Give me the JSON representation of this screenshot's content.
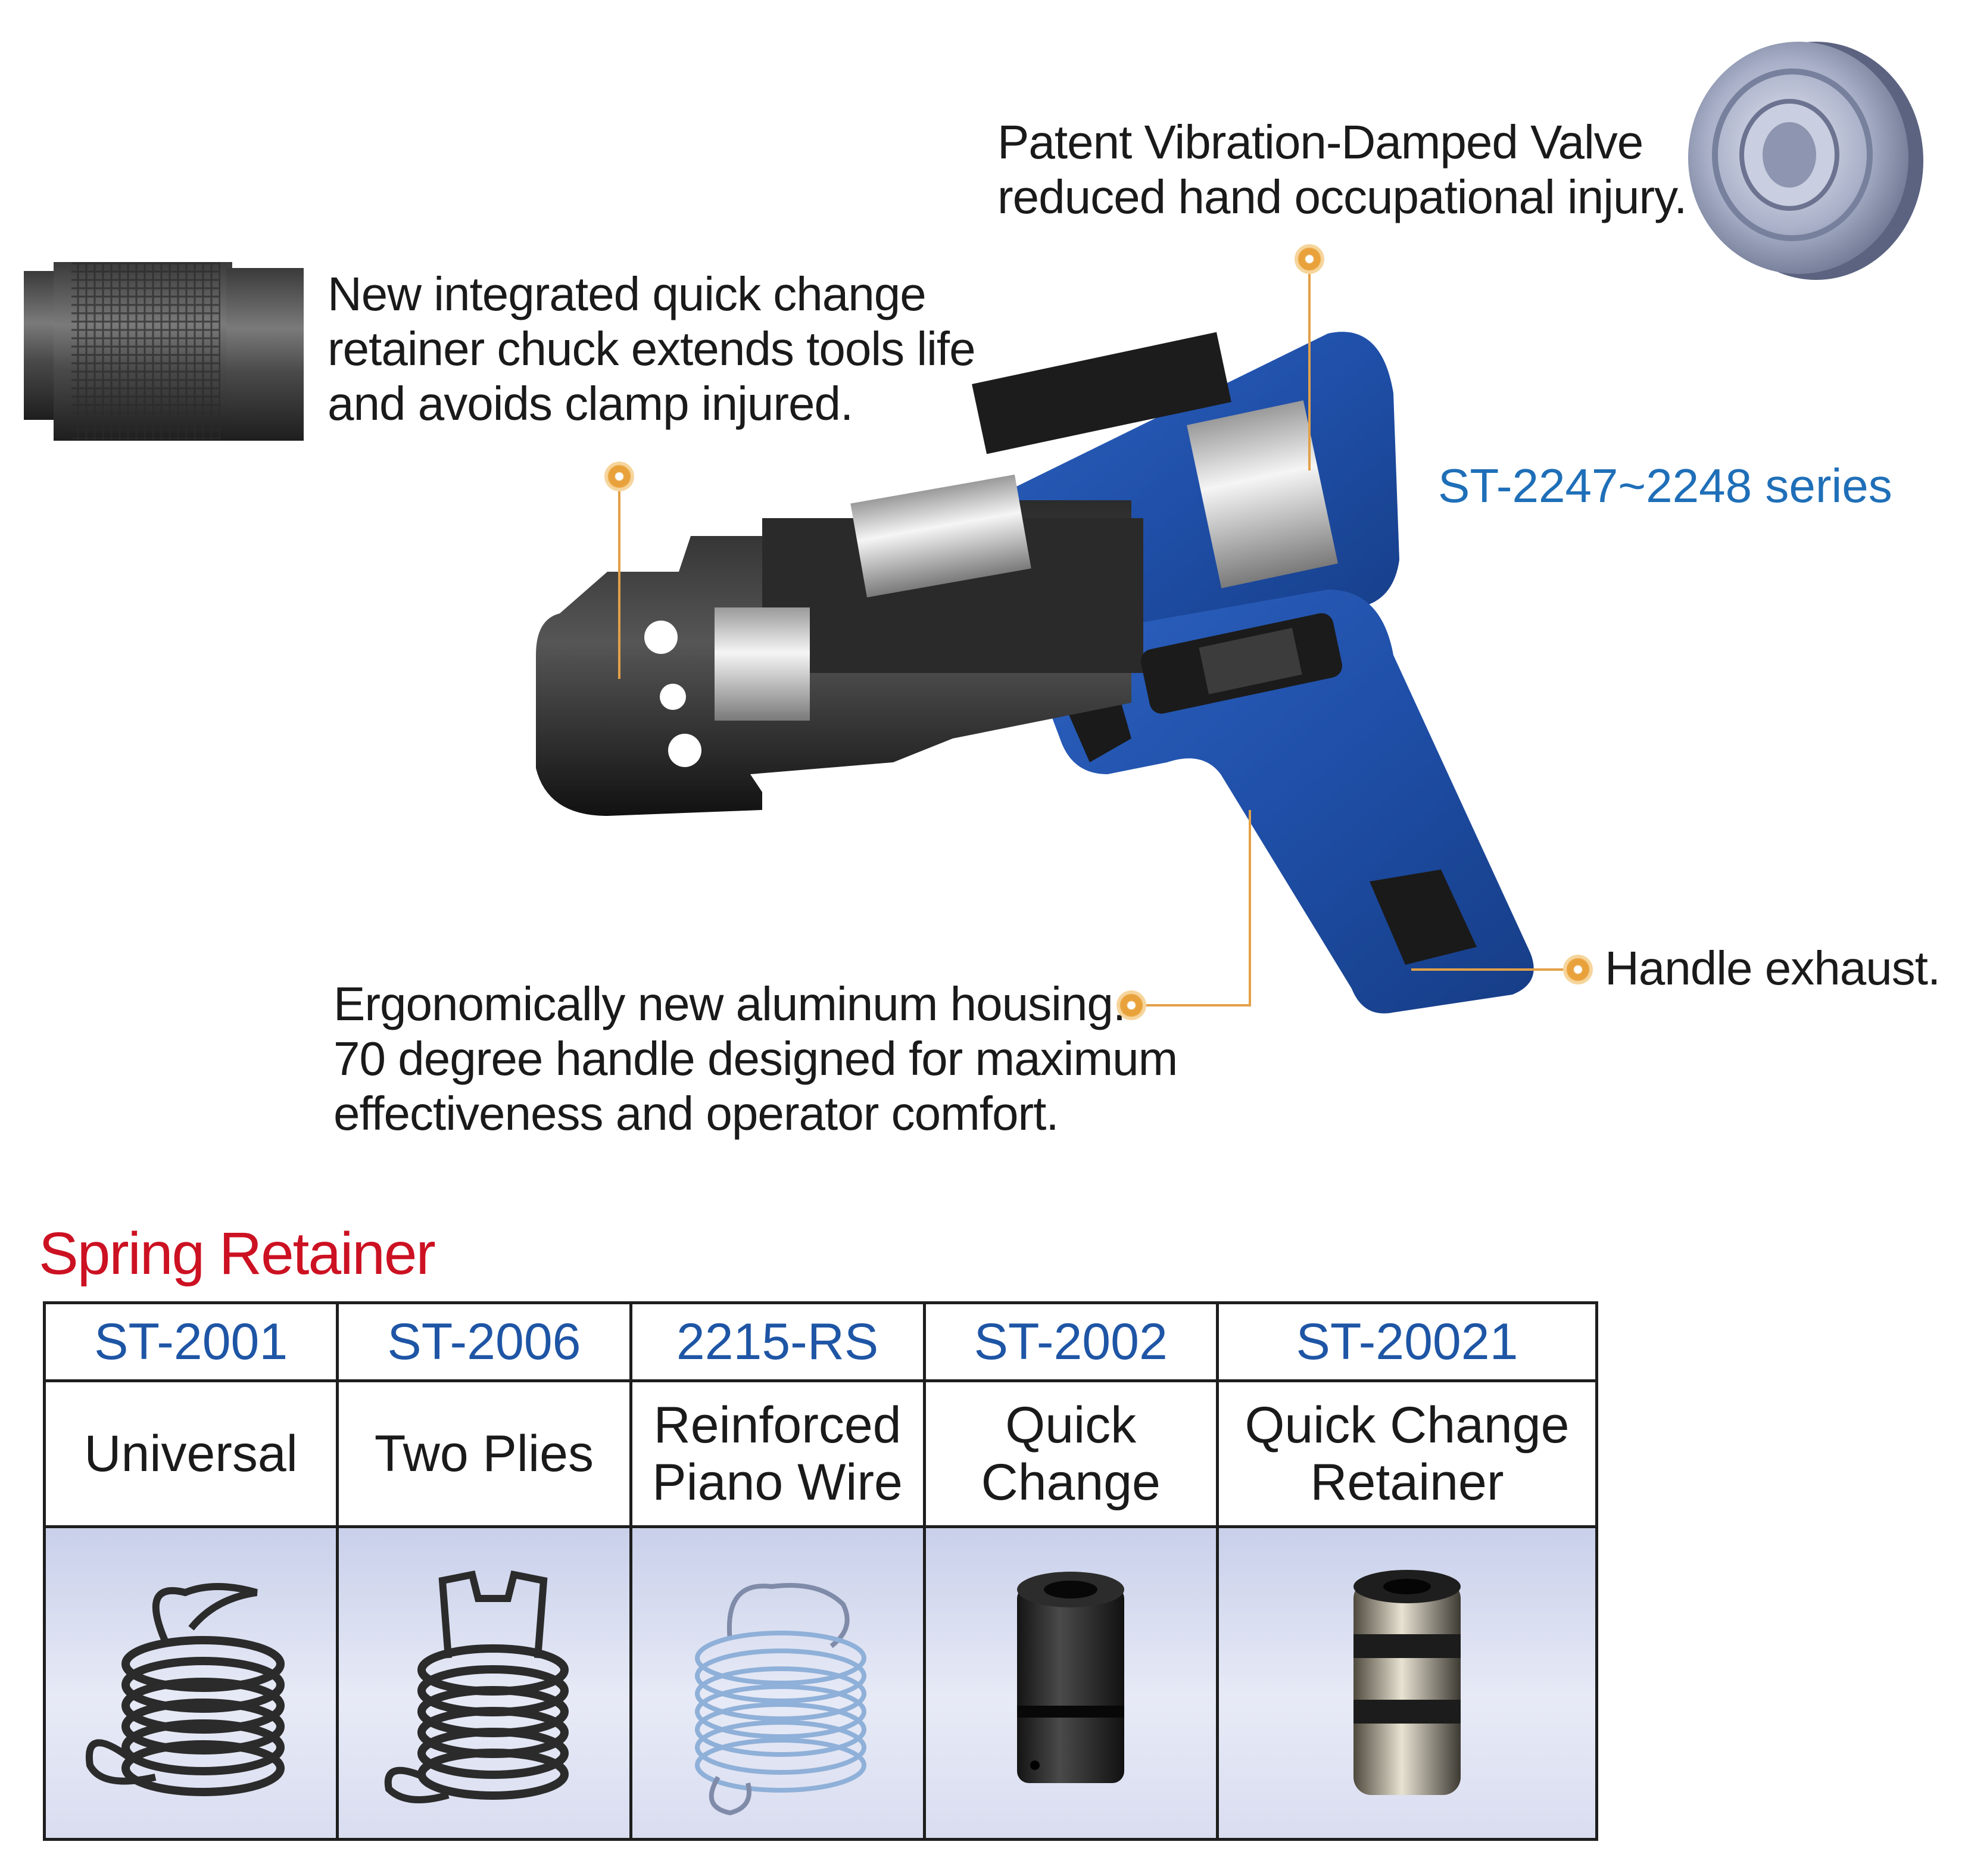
{
  "callouts": {
    "chuck": [
      "New integrated quick change",
      "retainer chuck extends tools life",
      "and avoids clamp injured."
    ],
    "valve": [
      "Patent Vibration-Damped Valve",
      "reduced hand occupational injury."
    ],
    "housing": [
      "Ergonomically new aluminum housing.",
      "70 degree handle designed for maximum",
      "effectiveness and operator comfort."
    ],
    "exhaust": "Handle exhaust."
  },
  "series_label": "ST-2247~2248 series",
  "spring_retainer": {
    "title": "Spring Retainer",
    "items": [
      {
        "code": "ST-2001",
        "desc": "Universal",
        "image": "spring-retainer-icon"
      },
      {
        "code": "ST-2006",
        "desc": "Two Plies",
        "image": "double-spring-retainer-icon"
      },
      {
        "code": "2215-RS",
        "desc": "Reinforced\nPiano Wire",
        "image": "piano-wire-spring-icon"
      },
      {
        "code": "ST-2002",
        "desc": "Quick\nChange",
        "image": "quick-change-chuck-icon"
      },
      {
        "code": "ST-20021",
        "desc": "Quick Change\nRetainer",
        "image": "quick-change-retainer-icon"
      }
    ]
  },
  "colors": {
    "tool_body": "#1f4fa8",
    "series_label": "#1f6fb8",
    "section_title": "#cc1122",
    "code_text": "#1e55a5",
    "callout_line": "#e3a047",
    "photo_background": "#d3d8ee"
  }
}
